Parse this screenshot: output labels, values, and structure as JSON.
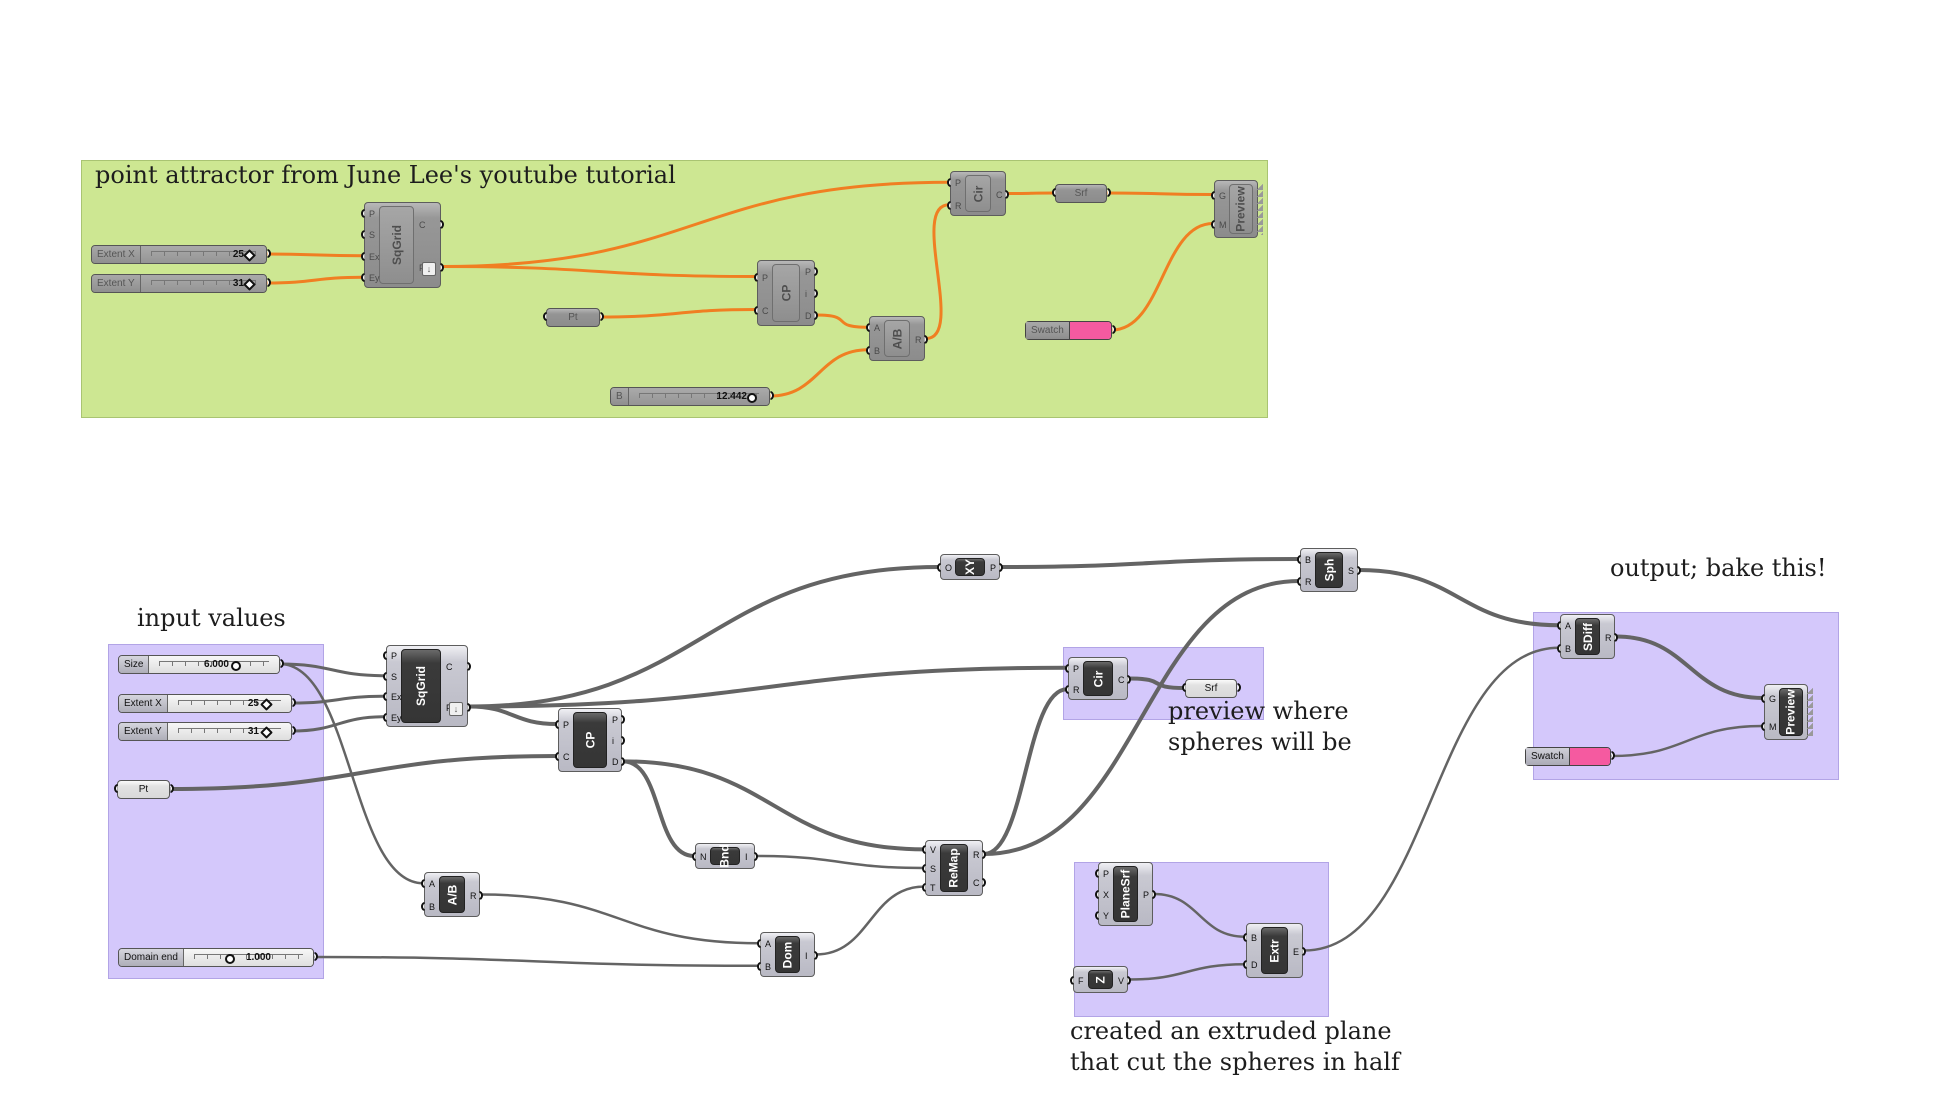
{
  "canvas": {
    "wire_color_top": "#f07f22",
    "wire_color_bottom": "#646464"
  },
  "groups": {
    "attractor": {
      "title": "point attractor from June Lee's youtube tutorial",
      "color": "#cde792"
    },
    "inputs": {
      "title": "input values",
      "color": "#d4c8fb"
    },
    "preview": {
      "title": "preview where\nspheres will be",
      "color": "#d4c8fb"
    },
    "output": {
      "title": "output; bake this!",
      "color": "#d4c8fb"
    },
    "plane": {
      "title": "created an extruded plane\nthat cut the spheres in half",
      "color": "#d4c8fb"
    }
  },
  "top": {
    "extent_x": {
      "label": "Extent X",
      "value": "25"
    },
    "extent_y": {
      "label": "Extent Y",
      "value": "31"
    },
    "sqgrid": {
      "name": "SqGrid",
      "inputs": [
        "P",
        "S",
        "Ex",
        "Ey"
      ],
      "outputs": [
        "C",
        "P"
      ]
    },
    "pt": {
      "label": "Pt"
    },
    "cp": {
      "name": "CP",
      "inputs": [
        "P",
        "C"
      ],
      "outputs": [
        "P",
        "i",
        "D"
      ]
    },
    "cir": {
      "name": "Cir",
      "inputs": [
        "P",
        "R"
      ],
      "outputs": [
        "C"
      ]
    },
    "srf": {
      "label": "Srf"
    },
    "preview": {
      "name": "Preview",
      "inputs": [
        "G",
        "M"
      ]
    },
    "ab": {
      "name": "A/B",
      "inputs": [
        "A",
        "B"
      ],
      "outputs": [
        "R"
      ]
    },
    "b_slider": {
      "label": "B",
      "value": "12.442"
    },
    "swatch": {
      "label": "Swatch",
      "color": "#f55aa0"
    }
  },
  "bottom": {
    "size": {
      "label": "Size",
      "value": "6.000"
    },
    "extent_x": {
      "label": "Extent X",
      "value": "25"
    },
    "extent_y": {
      "label": "Extent Y",
      "value": "31"
    },
    "pt": {
      "label": "Pt"
    },
    "domain_end": {
      "label": "Domain end",
      "value": "1.000"
    },
    "sqgrid": {
      "name": "SqGrid",
      "inputs": [
        "P",
        "S",
        "Ex",
        "Ey"
      ],
      "outputs": [
        "C",
        "P"
      ]
    },
    "cp": {
      "name": "CP",
      "inputs": [
        "P",
        "C"
      ],
      "outputs": [
        "P",
        "i",
        "D"
      ]
    },
    "ab": {
      "name": "A/B",
      "inputs": [
        "A",
        "B"
      ],
      "outputs": [
        "R"
      ]
    },
    "bnd": {
      "name": "Bnd",
      "inputs": [
        "N"
      ],
      "outputs": [
        "I"
      ]
    },
    "dom": {
      "name": "Dom",
      "inputs": [
        "A",
        "B"
      ],
      "outputs": [
        "I"
      ]
    },
    "remap": {
      "name": "ReMap",
      "inputs": [
        "V",
        "S",
        "T"
      ],
      "outputs": [
        "R",
        "C"
      ]
    },
    "xy": {
      "name": "XY",
      "inputs": [
        "O"
      ],
      "outputs": [
        "P"
      ]
    },
    "sph": {
      "name": "Sph",
      "inputs": [
        "B",
        "R"
      ],
      "outputs": [
        "S"
      ]
    },
    "cir": {
      "name": "Cir",
      "inputs": [
        "P",
        "R"
      ],
      "outputs": [
        "C"
      ]
    },
    "srf": {
      "label": "Srf"
    },
    "sdiff": {
      "name": "SDiff",
      "inputs": [
        "A",
        "B"
      ],
      "outputs": [
        "R"
      ]
    },
    "preview": {
      "name": "Preview",
      "inputs": [
        "G",
        "M"
      ]
    },
    "swatch": {
      "label": "Swatch",
      "color": "#f55aa0"
    },
    "planesrf": {
      "name": "PlaneSrf",
      "inputs": [
        "P",
        "X",
        "Y"
      ],
      "outputs": [
        "P"
      ]
    },
    "extr": {
      "name": "Extr",
      "inputs": [
        "B",
        "D"
      ],
      "outputs": [
        "E"
      ]
    },
    "z": {
      "name": "Z",
      "inputs": [
        "F"
      ],
      "outputs": [
        "V"
      ]
    }
  }
}
